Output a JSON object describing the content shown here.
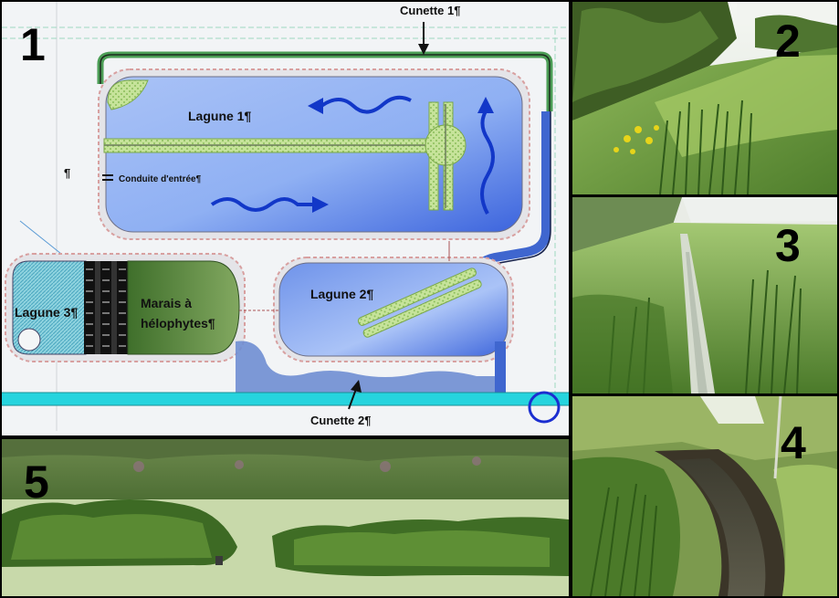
{
  "panel_numbers": {
    "p1": "1",
    "p2": "2",
    "p3": "3",
    "p4": "4",
    "p5": "5"
  },
  "plan_labels": {
    "cunette1": "Cunette 1¶",
    "cunette2": "Cunette 2¶",
    "lagune1": "Lagune 1¶",
    "lagune2": "Lagune 2¶",
    "lagune3": "Lagune 3¶",
    "marais_line1": "Marais à",
    "marais_line2": "hélophytes¶",
    "conduite": "Conduite d'entrée¶",
    "pilcrow": "¶"
  },
  "colors": {
    "lagoon_blue": "#3b63d6",
    "lagoon_light": "#c9d9fb",
    "reed_green": "#b5d98a",
    "marsh_green": "#4f7d35",
    "ditch_blue": "#6c8fd6",
    "channel_cyan": "#22d6de",
    "arrow_blue": "#1237c8"
  }
}
